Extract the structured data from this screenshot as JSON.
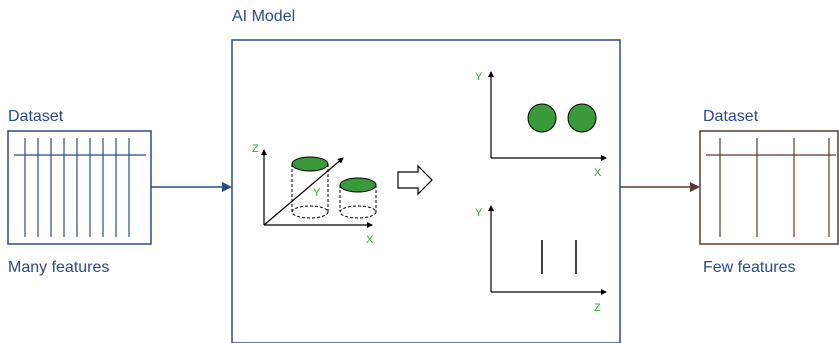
{
  "model": {
    "title": "AI Model"
  },
  "input": {
    "title": "Dataset",
    "caption": "Many features"
  },
  "output": {
    "title": "Dataset",
    "caption": "Few features"
  },
  "plot3d": {
    "axis_z": "Z",
    "axis_y": "Y",
    "axis_x": "X"
  },
  "plot_top": {
    "axis_y": "Y",
    "axis_x": "X"
  },
  "plot_bottom": {
    "axis_y": "Y",
    "axis_x": "Z"
  },
  "colors": {
    "blue": "#2b4a8a",
    "brown": "#5a3a2e",
    "green": "#3a9a3a",
    "axis_label": "#3aa03a"
  }
}
